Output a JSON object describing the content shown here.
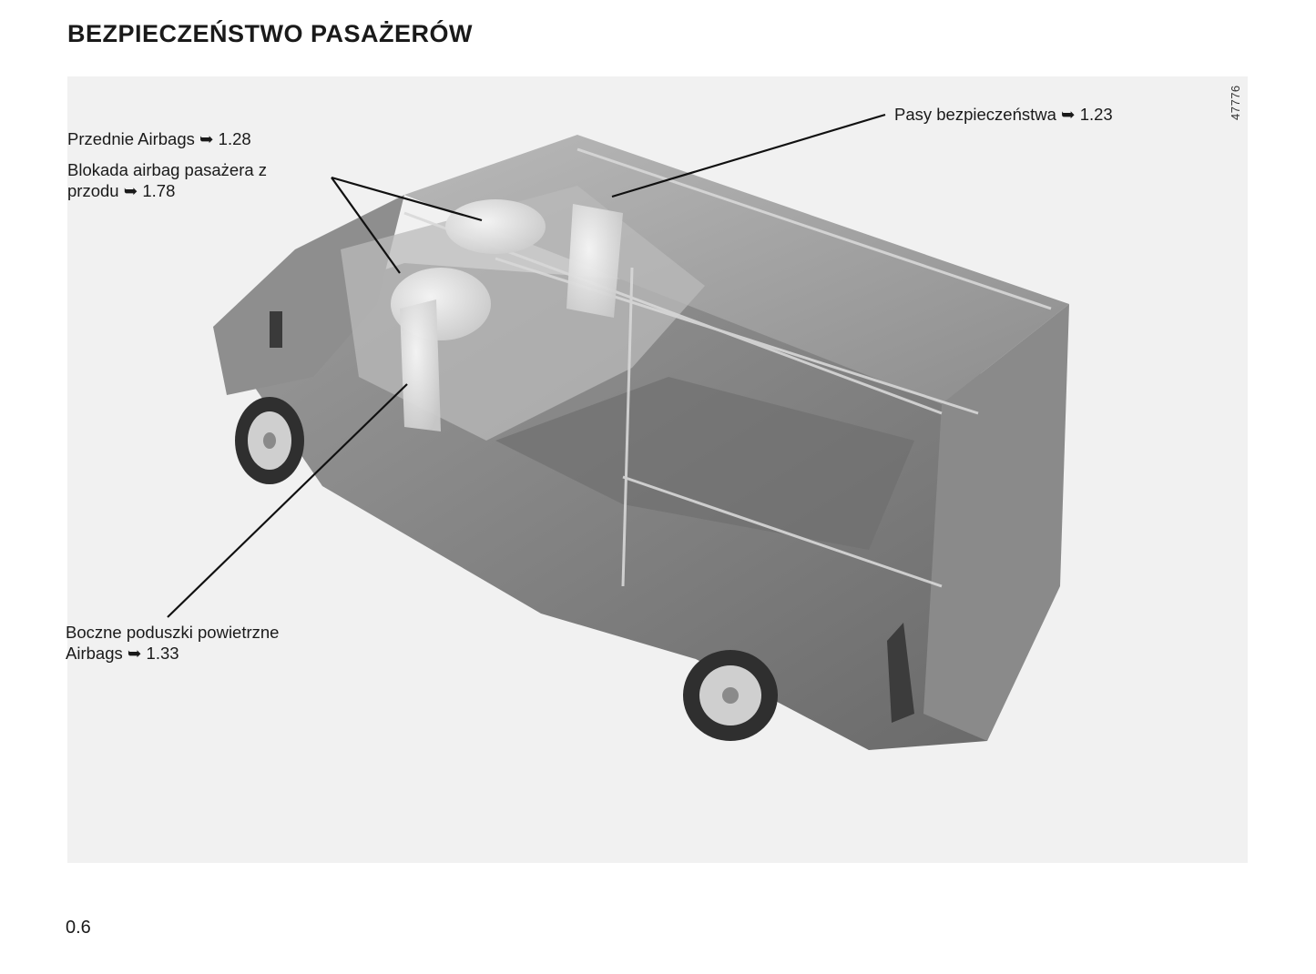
{
  "page": {
    "title": "BEZPIECZEŃSTWO PASAŻERÓW",
    "number": "0.6"
  },
  "figure": {
    "ref_code": "47776",
    "callouts": {
      "front_airbags": {
        "text": "Przednie Airbags",
        "arrow": "➥",
        "ref": "1.28"
      },
      "passenger_airbag_lock": {
        "line1": "Blokada airbag pasażera z",
        "line2": "przodu",
        "arrow": "➥",
        "ref": "1.78"
      },
      "seat_belts": {
        "text": "Pasy bezpieczeństwa",
        "arrow": "➥",
        "ref": "1.23"
      },
      "side_airbags": {
        "line1": "Boczne poduszki powietrzne",
        "line2": "Airbags",
        "arrow": "➥",
        "ref": "1.33"
      }
    },
    "colors": {
      "background": "#f1f1f1",
      "body": "#7b7b7b",
      "glass": "#b5b5b5",
      "airbag": "#e8e8e8"
    }
  }
}
